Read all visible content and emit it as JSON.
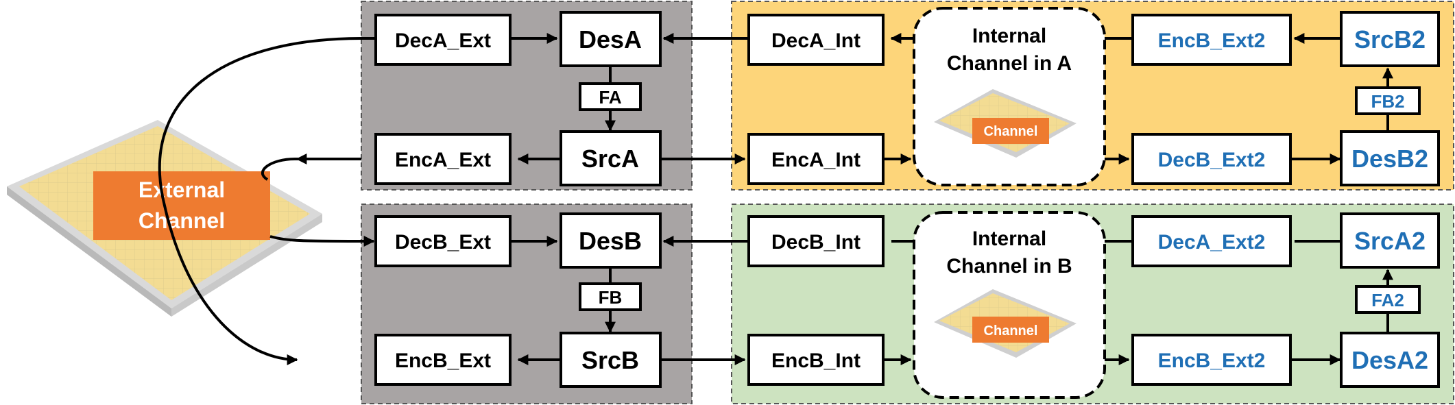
{
  "external_channel": {
    "line1": "External",
    "line2": "Channel"
  },
  "internal_channel_a": {
    "line1": "Internal",
    "line2": "Channel in A",
    "chip": "Channel"
  },
  "internal_channel_b": {
    "line1": "Internal",
    "line2": "Channel in B",
    "chip": "Channel"
  },
  "panel_a": {
    "dec_ext": "DecA_Ext",
    "des": "DesA",
    "filter": "FA",
    "enc_ext": "EncA_Ext",
    "src": "SrcA"
  },
  "panel_b": {
    "dec_ext": "DecB_Ext",
    "des": "DesB",
    "filter": "FB",
    "enc_ext": "EncB_Ext",
    "src": "SrcB"
  },
  "internal_a": {
    "dec_int": "DecA_Int",
    "enc_int": "EncA_Int",
    "enc_ext2": "EncB_Ext2",
    "src2": "SrcB2",
    "filter2": "FB2",
    "dec_ext2": "DecB_Ext2",
    "des2": "DesB2"
  },
  "internal_b": {
    "dec_int": "DecB_Int",
    "enc_int": "EncB_Int",
    "dec_ext2": "DecA_Ext2",
    "src2": "SrcA2",
    "filter2": "FA2",
    "enc_ext2": "EncB_Ext2",
    "des2": "DesA2"
  },
  "colors": {
    "black_text": "#000000",
    "blue_text": "#1f6fb5",
    "gray_panel": "#a8a4a4",
    "yellow_panel": "#fdd57a",
    "green_panel": "#cde3c0",
    "orange": "#ee7b30"
  }
}
